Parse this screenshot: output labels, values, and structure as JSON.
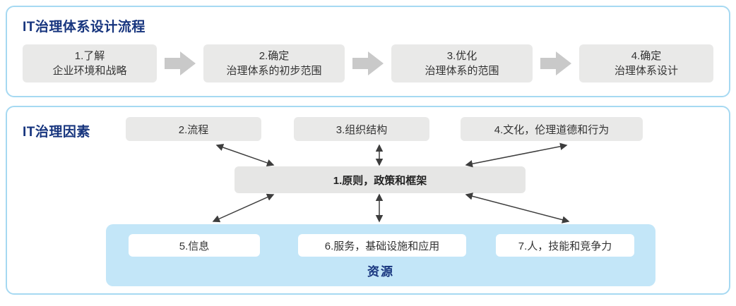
{
  "process": {
    "title": "IT治理体系设计流程",
    "steps": [
      {
        "line1": "1.了解",
        "line2": "企业环境和战略"
      },
      {
        "line1": "2.确定",
        "line2": "治理体系的初步范围"
      },
      {
        "line1": "3.优化",
        "line2": "治理体系的范围"
      },
      {
        "line1": "4.确定",
        "line2": "治理体系设计"
      }
    ]
  },
  "factors": {
    "title": "IT治理因素",
    "top": [
      "2.流程",
      "3.组织结构",
      "4.文化，伦理道德和行为"
    ],
    "center": "1.原则，政策和框架",
    "resources": [
      "5.信息",
      "6.服务，基础设施和应用",
      "7.人，技能和竞争力"
    ],
    "resources_label": "资源"
  },
  "colors": {
    "title_blue": "#17357e",
    "panel_border": "#a6d9f2",
    "box_gray": "#e9e9e8",
    "resource_area_blue": "#c3e6f8",
    "block_arrow_gray": "#c9c9c9",
    "connector_dark": "#3d3d3d"
  }
}
